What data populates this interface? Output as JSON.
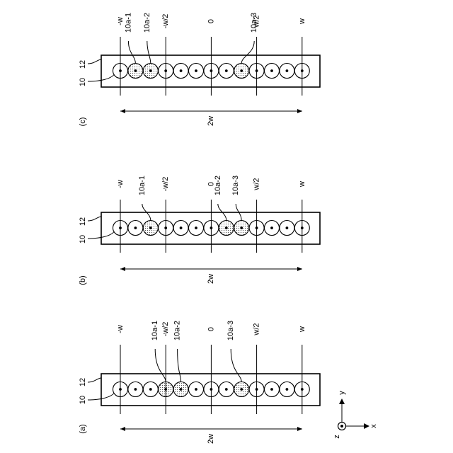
{
  "panels": [
    {
      "id": "a",
      "label": "(a)",
      "lead_labels": [
        "10",
        "12"
      ],
      "axis_labels": [
        "-w",
        "-w/2",
        "0",
        "w/2",
        "w"
      ],
      "width_label": "2w",
      "hatched_labels": [
        "10a-1",
        "10a-2",
        "10a-3"
      ]
    },
    {
      "id": "b",
      "label": "(b)",
      "lead_labels": [
        "10",
        "12"
      ],
      "axis_labels": [
        "-w",
        "-w/2",
        "0",
        "w/2",
        "w"
      ],
      "width_label": "2w",
      "hatched_labels": [
        "10a-1",
        "10a-2",
        "10a-3"
      ]
    },
    {
      "id": "c",
      "label": "(c)",
      "lead_labels": [
        "10",
        "12"
      ],
      "axis_labels": [
        "-w",
        "-w/2",
        "0",
        "w/2",
        "w"
      ],
      "width_label": "2w",
      "hatched_labels": [
        "10a-1",
        "10a-2",
        "10a-3"
      ]
    }
  ],
  "axes": {
    "x": "x",
    "y": "y",
    "z": "z"
  },
  "colors": {
    "line": "#000000",
    "hatch": "#555555",
    "background": "#ffffff"
  }
}
